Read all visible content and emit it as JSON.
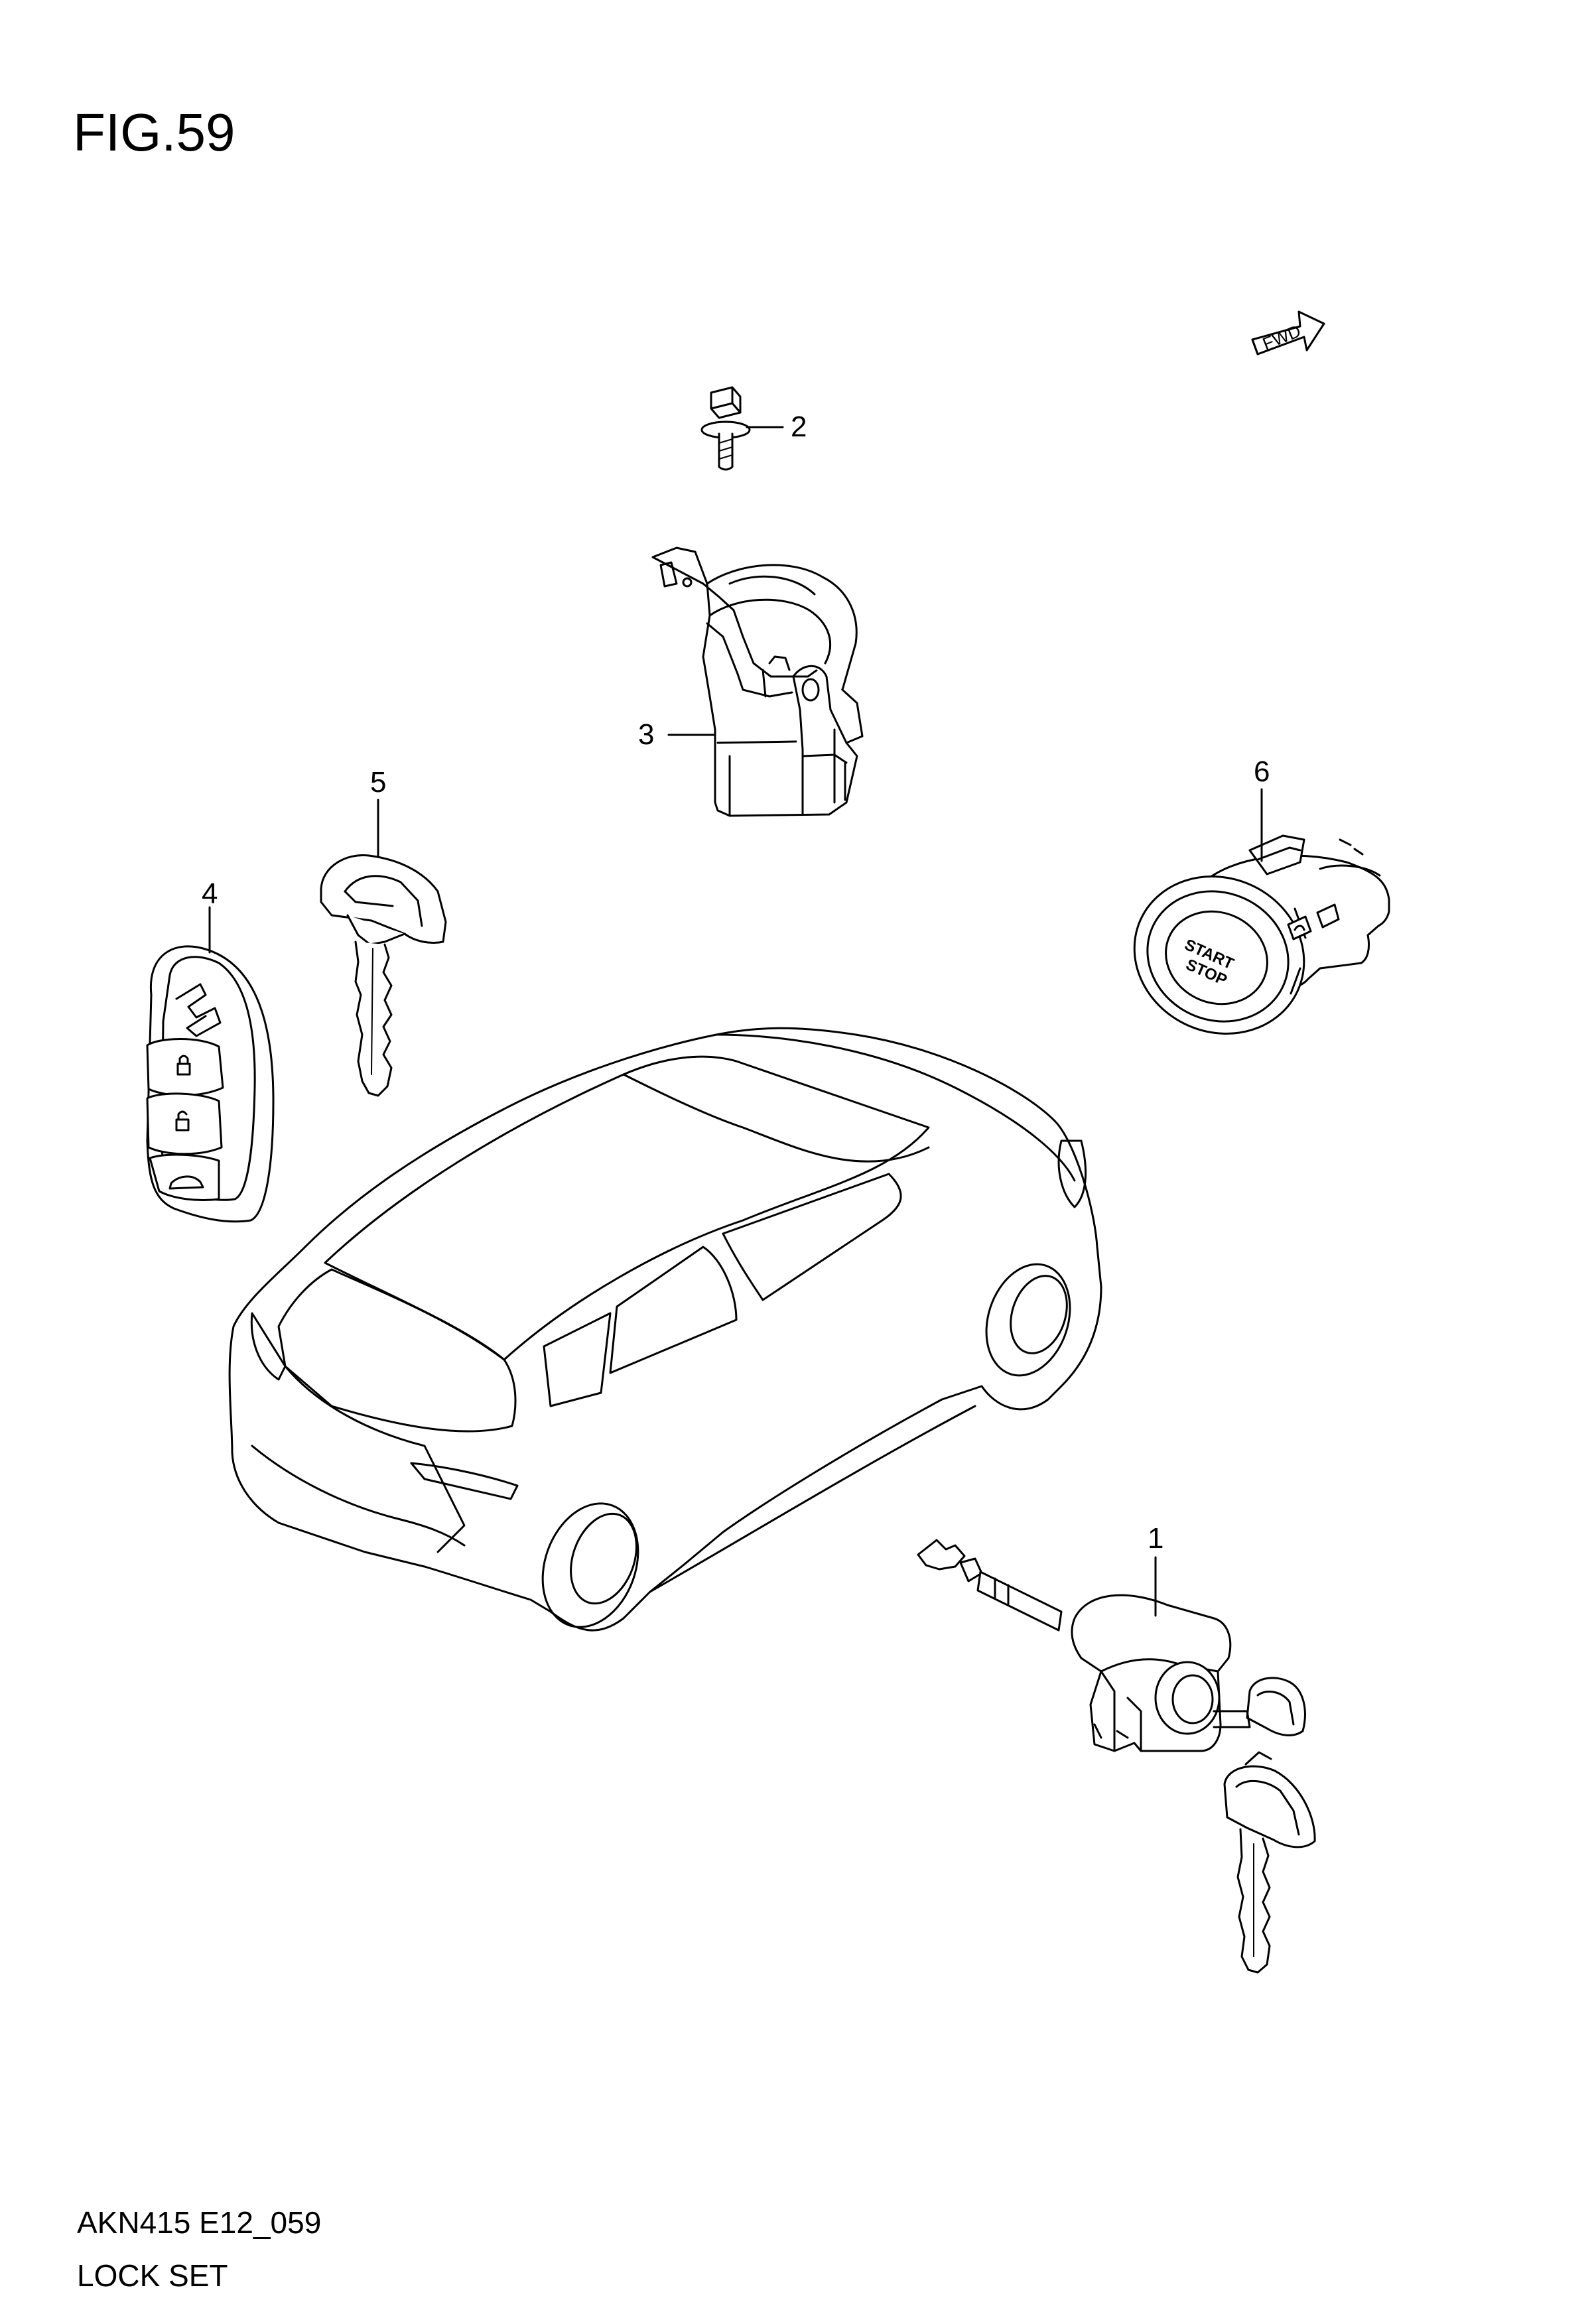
{
  "figure": {
    "title": "FIG.59",
    "fwd_label": "FWD",
    "code": "AKN415 E12_059",
    "caption": "LOCK SET"
  },
  "callouts": [
    {
      "id": "1",
      "label": "1"
    },
    {
      "id": "2",
      "label": "2"
    },
    {
      "id": "3",
      "label": "3"
    },
    {
      "id": "4",
      "label": "4"
    },
    {
      "id": "5",
      "label": "5"
    },
    {
      "id": "6",
      "label": "6"
    }
  ],
  "parts": {
    "start_button_text_line1": "START",
    "start_button_text_line2": "STOP"
  }
}
